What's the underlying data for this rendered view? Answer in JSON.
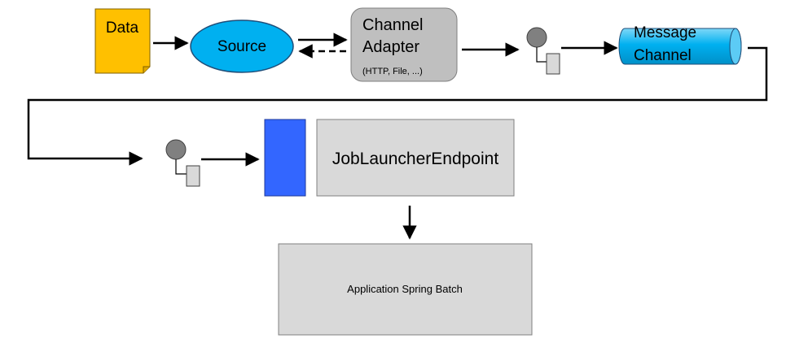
{
  "nodes": {
    "data": {
      "label": "Data"
    },
    "source": {
      "label": "Source"
    },
    "channel_adapter": {
      "label_line1": "Channel",
      "label_line2": "Adapter",
      "sublabel": "(HTTP, File, ...)"
    },
    "message_channel": {
      "label_line1": "Message",
      "label_line2": "Channel"
    },
    "job_launcher_endpoint": {
      "label": "JobLauncherEndpoint"
    },
    "application": {
      "label": "Application Spring Batch"
    }
  },
  "colors": {
    "data_fill": "#FFC000",
    "source_fill": "#00B0F0",
    "adapter_fill": "#BFBFBF",
    "channel_fill": "#00B0F0",
    "endpoint_marker_fill": "#3366FF",
    "box_fill": "#D9D9D9",
    "gateway_circle_fill": "#808080"
  }
}
